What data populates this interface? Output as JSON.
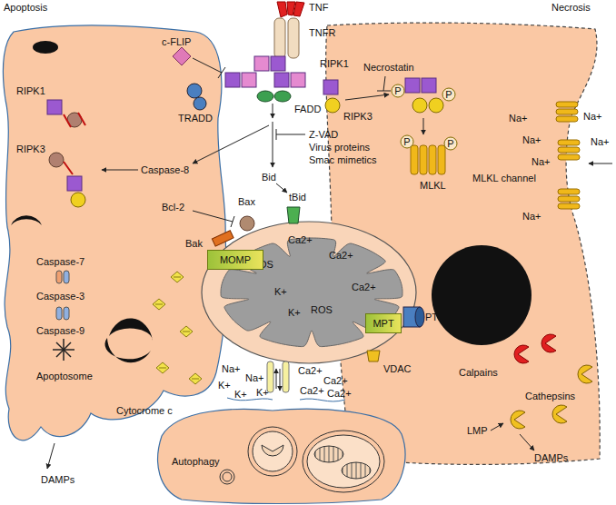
{
  "diagram": {
    "nodes": [
      {
        "text": [
          "Apoptosis"
        ]
      },
      {
        "text": [
          "Necrosis"
        ]
      },
      {
        "text": [
          "Autophagy"
        ]
      },
      {
        "text": [
          "Ca2+",
          "Ca2+",
          "ROS",
          "Ca2+",
          "K+",
          "ROS",
          "K+"
        ]
      },
      {
        "text": [
          "MOMP"
        ],
        "in": 3
      },
      {
        "text": [
          "MPT"
        ],
        "in": 3
      }
    ],
    "labels": [
      "TNF",
      "TNFR",
      "c-FLIP",
      "RIPK1",
      "TRADD",
      "FADD",
      "RIPK3",
      "Necrostatin",
      "Z-VAD",
      "Virus proteins",
      "Smac mimetics",
      "Bid",
      "tBid",
      "RIPK1",
      "RIPK3",
      "Caspase-8",
      "Bcl-2",
      "Bax",
      "Bak",
      "Caspase-7",
      "Caspase-3",
      "Caspase-9",
      "Apoptosome",
      "Cytocrome c",
      "DAMPs",
      "PTPC",
      "VDAC",
      "Na+",
      "Na+",
      "K+",
      "K+",
      "K+",
      "Ca2+",
      "Ca2+",
      "Ca2+",
      "Ca2+",
      "P",
      "P",
      "P",
      "P",
      "MLKL",
      "Na+",
      "Na+",
      "Na+",
      "Na+",
      "Na+",
      "MLKL channel",
      "Na+",
      "Calpains",
      "Cathepsins",
      "LMP",
      "DAMPs"
    ]
  }
}
